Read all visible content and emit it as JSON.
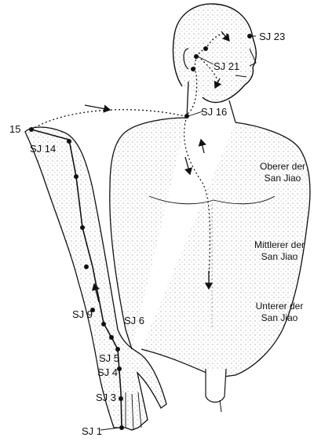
{
  "points": {
    "sj1": "SJ 1",
    "sj3": "SJ 3",
    "sj4": "SJ 4",
    "sj5": "SJ 5",
    "sj6": "SJ 6",
    "sj9": "SJ 9",
    "sj14": "SJ 14",
    "sj15": "15",
    "sj16": "SJ 16",
    "sj21": "SJ 21",
    "sj23": "SJ 23"
  },
  "zones": {
    "upper_1": "Oberer der",
    "upper_2": "San Jiao",
    "middle_1": "Mittlerer der",
    "middle_2": "San Jiao",
    "lower_1": "Unterer der",
    "lower_2": "San Jiao"
  },
  "colors": {
    "ink": "#111111",
    "stipple": "#8a8a8a",
    "background": "#ffffff"
  },
  "icons": {
    "flow": "arrow-icon",
    "point": "acupoint-dot"
  }
}
